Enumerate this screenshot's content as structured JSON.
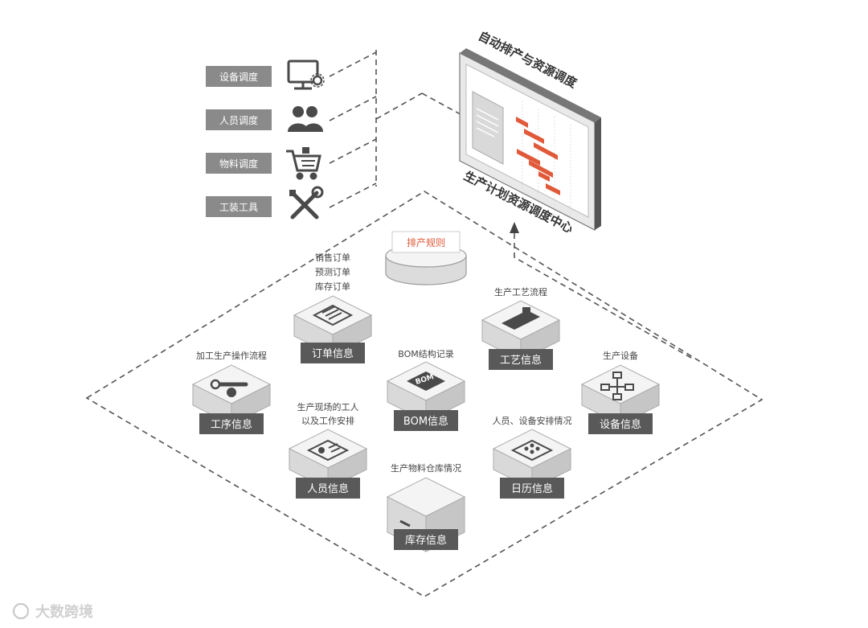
{
  "colors": {
    "accent": "#e05a3a",
    "label_bg": "#595959",
    "label_text": "#ffffff",
    "resource_bg": "#8a8a8a",
    "icon": "#4a4a4a",
    "line": "#555555",
    "cube_top": "#f4f4f4",
    "cube_left": "#d9d9d9",
    "cube_right": "#c6c6c6"
  },
  "screen": {
    "title_top": "自动排产与资源调度",
    "title_bottom": "生产计划资源调度中心"
  },
  "resources": [
    {
      "label": "设备调度",
      "icon": "monitor-gear-icon"
    },
    {
      "label": "人员调度",
      "icon": "users-icon"
    },
    {
      "label": "物料调度",
      "icon": "cart-icon"
    },
    {
      "label": "工装工具",
      "icon": "tools-icon"
    }
  ],
  "rules": {
    "label": "排产规则"
  },
  "nodes": {
    "order": {
      "label": "订单信息",
      "caption": [
        "销售订单",
        "预测订单",
        "库存订单"
      ]
    },
    "process": {
      "label": "工序信息",
      "caption": [
        "加工生产操作流程"
      ]
    },
    "bom": {
      "label": "BOM信息",
      "caption": [
        "BOM结构记录"
      ],
      "icon_text": "BOM"
    },
    "craft": {
      "label": "工艺信息",
      "caption": [
        "生产工艺流程"
      ]
    },
    "equipment": {
      "label": "设备信息",
      "caption": [
        "生产设备"
      ]
    },
    "staff": {
      "label": "人员信息",
      "caption": [
        "生产现场的工人",
        "以及工作安排"
      ]
    },
    "calendar": {
      "label": "日历信息",
      "caption": [
        "人员、设备安排情况"
      ]
    },
    "inventory": {
      "label": "库存信息",
      "caption": [
        "生产物料仓库情况"
      ]
    }
  },
  "watermark": "大数跨境"
}
